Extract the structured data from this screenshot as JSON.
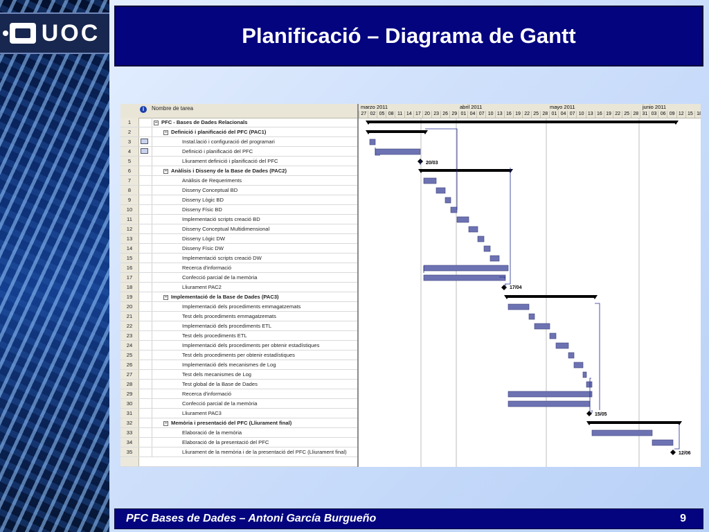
{
  "logo": {
    "text": "UOC"
  },
  "title": "Planificació – Diagrama de Gantt",
  "footer": {
    "left": "PFC  Bases de Dades  –  Antoni García Burgueño",
    "page": "9"
  },
  "gantt": {
    "column_header": "Nombre de tarea",
    "info_icon": "info-icon",
    "months": [
      {
        "label": "marzo 2011"
      },
      {
        "label": "abril 2011"
      },
      {
        "label": "mayo 2011"
      },
      {
        "label": "junio 2011"
      }
    ],
    "days": [
      "27",
      "02",
      "05",
      "08",
      "11",
      "14",
      "17",
      "20",
      "23",
      "26",
      "29",
      "01",
      "04",
      "07",
      "10",
      "13",
      "16",
      "19",
      "22",
      "25",
      "28",
      "01",
      "04",
      "07",
      "10",
      "13",
      "16",
      "19",
      "22",
      "25",
      "28",
      "31",
      "03",
      "06",
      "09",
      "12",
      "15",
      "18"
    ],
    "tasks": [
      {
        "id": "1",
        "name": "PFC - Bases de Dades Relacionals",
        "summary": true,
        "level": 0
      },
      {
        "id": "2",
        "name": "Definició i planificació del PFC (PAC1)",
        "summary": true,
        "level": 1
      },
      {
        "id": "3",
        "name": "Instal.lació i configuració del programari",
        "level": 2,
        "indicator": true
      },
      {
        "id": "4",
        "name": "Definició i planificació del PFC",
        "level": 2,
        "indicator": true
      },
      {
        "id": "5",
        "name": "Lliurament definició i planificació del PFC",
        "level": 2
      },
      {
        "id": "6",
        "name": "Anàlisis i Disseny de la Base de Dades (PAC2)",
        "summary": true,
        "level": 1
      },
      {
        "id": "7",
        "name": "Anàlisis de Requeriments",
        "level": 2
      },
      {
        "id": "8",
        "name": "Disseny Conceptual BD",
        "level": 2
      },
      {
        "id": "9",
        "name": "Disseny Lògic BD",
        "level": 2
      },
      {
        "id": "10",
        "name": "Disseny Físic BD",
        "level": 2
      },
      {
        "id": "11",
        "name": "Implementació scripts creació BD",
        "level": 2
      },
      {
        "id": "12",
        "name": "Disseny Conceptual Multidimensional",
        "level": 2
      },
      {
        "id": "13",
        "name": "Disseny Lògic DW",
        "level": 2
      },
      {
        "id": "14",
        "name": "Disseny Físic DW",
        "level": 2
      },
      {
        "id": "15",
        "name": "Implementació scripts creació DW",
        "level": 2
      },
      {
        "id": "16",
        "name": "Recerca d'informació",
        "level": 2
      },
      {
        "id": "17",
        "name": "Confecció parcial de la memòria",
        "level": 2
      },
      {
        "id": "18",
        "name": "Lliurament PAC2",
        "level": 2
      },
      {
        "id": "19",
        "name": "Implementació de la Base de Dades (PAC3)",
        "summary": true,
        "level": 1
      },
      {
        "id": "20",
        "name": "Implementació dels procediments emmagatzemats",
        "level": 2
      },
      {
        "id": "21",
        "name": "Test dels procediments emmagatzemats",
        "level": 2
      },
      {
        "id": "22",
        "name": "Implementació dels procediments ETL",
        "level": 2
      },
      {
        "id": "23",
        "name": "Test dels procediments ETL",
        "level": 2
      },
      {
        "id": "24",
        "name": "Implementació dels procediments per obtenir estadístiques",
        "level": 2
      },
      {
        "id": "25",
        "name": "Test dels procediments per obtenir estadístiques",
        "level": 2
      },
      {
        "id": "26",
        "name": "Implementació dels mecanismes de Log",
        "level": 2
      },
      {
        "id": "27",
        "name": "Test dels mecanismes de Log",
        "level": 2
      },
      {
        "id": "28",
        "name": "Test global de la Base de Dades",
        "level": 2
      },
      {
        "id": "29",
        "name": "Recerca d'informació",
        "level": 2
      },
      {
        "id": "30",
        "name": "Confecció parcial de la memòria",
        "level": 2
      },
      {
        "id": "31",
        "name": "Lliurament PAC3",
        "level": 2
      },
      {
        "id": "32",
        "name": "Memòria i presentació del PFC (Lliurament final)",
        "summary": true,
        "level": 1
      },
      {
        "id": "33",
        "name": "Elaboració de la memòria",
        "level": 2
      },
      {
        "id": "34",
        "name": "Elaboració de la presentació del PFC",
        "level": 2
      },
      {
        "id": "35",
        "name": "Lliurament de la memòria i de la presentació del PFC (Lliurament final)",
        "level": 2
      }
    ],
    "milestone_labels": {
      "5": "20/03",
      "18": "17/04",
      "31": "15/05",
      "35": "12/06"
    },
    "colors": {
      "task_bar": "#6d73b2",
      "summary_bar": "#000000",
      "title_bg": "#04047f"
    }
  }
}
